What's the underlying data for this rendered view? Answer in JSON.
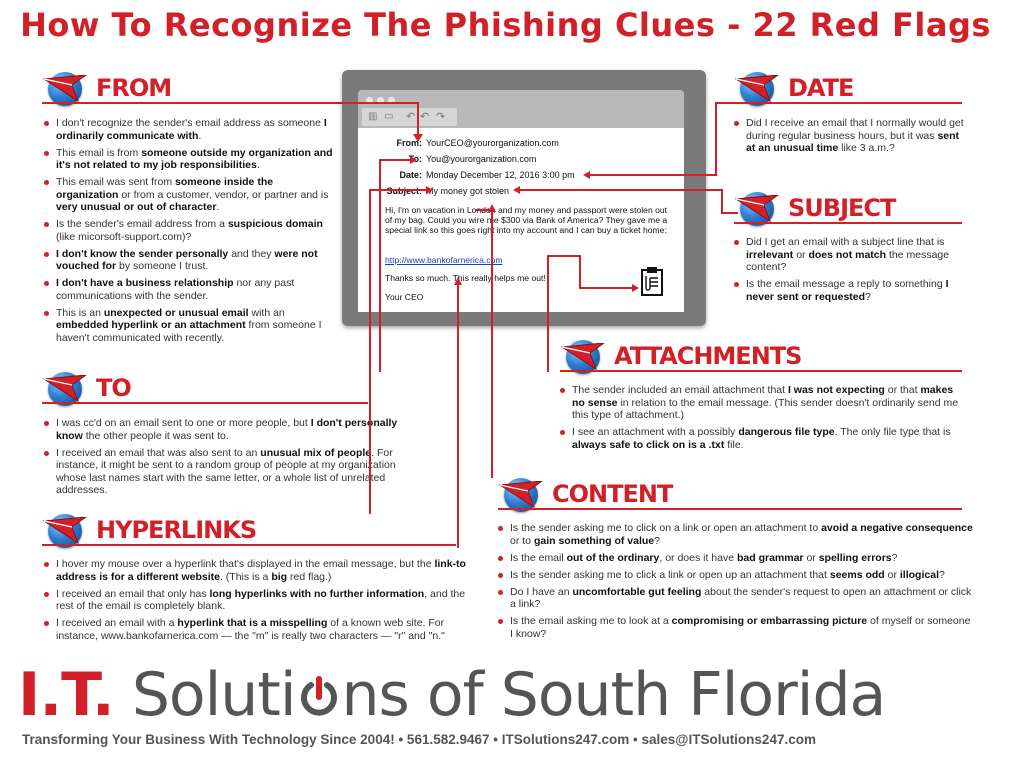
{
  "title": "How To Recognize The Phishing Clues - 22 Red Flags",
  "colors": {
    "accent": "#d12027",
    "text": "#333333",
    "icon_blue": "#2f7fd0",
    "link": "#1a3ec8"
  },
  "icons": {
    "section": "red-flag-on-globe-icon",
    "attachment": "clipboard-icon",
    "power": "power-icon"
  },
  "sections": {
    "from": {
      "label": "FROM",
      "items": [
        [
          {
            "t": "I don't recognize the sender's email address as someone "
          },
          {
            "b": "I ordinarily communicate with"
          },
          {
            "t": "."
          }
        ],
        [
          {
            "t": "This email is from "
          },
          {
            "b": "someone outside my organization and it's not related to my job responsibilities"
          },
          {
            "t": "."
          }
        ],
        [
          {
            "t": "This email was sent from "
          },
          {
            "b": "someone inside the organization"
          },
          {
            "t": " or from a customer, vendor, or partner and is "
          },
          {
            "b": "very unusual or out of character"
          },
          {
            "t": "."
          }
        ],
        [
          {
            "t": "Is the sender's email address from a "
          },
          {
            "b": "suspicious domain"
          },
          {
            "t": " (like micorsoft-support.com)?"
          }
        ],
        [
          {
            "b": "I don't know the sender personally"
          },
          {
            "t": " and they "
          },
          {
            "b": "were not vouched for"
          },
          {
            "t": " by someone I trust."
          }
        ],
        [
          {
            "b": "I don't have a business relationship"
          },
          {
            "t": " nor any past communications with the sender."
          }
        ],
        [
          {
            "t": "This is an "
          },
          {
            "b": "unexpected or unusual email"
          },
          {
            "t": " with an "
          },
          {
            "b": "embedded hyperlink or an attachment"
          },
          {
            "t": " from someone I haven't communicated with recently."
          }
        ]
      ]
    },
    "to": {
      "label": "TO",
      "items": [
        [
          {
            "t": "I was cc'd on an email sent to one or more people, but "
          },
          {
            "b": "I don't personally know"
          },
          {
            "t": " the other people it was sent to."
          }
        ],
        [
          {
            "t": "I received an email that was also sent to an "
          },
          {
            "b": "unusual mix of people"
          },
          {
            "t": ". For instance, it might be sent to a random group of people at my organization whose last names start with the same letter, or a whole list of unrelated addresses."
          }
        ]
      ]
    },
    "hyperlinks": {
      "label": "HYPERLINKS",
      "items": [
        [
          {
            "t": "I hover my mouse over a hyperlink that's displayed in the email message, but the "
          },
          {
            "b": "link-to address is for a different website"
          },
          {
            "t": ". (This is a "
          },
          {
            "b": "big"
          },
          {
            "t": " red flag.)"
          }
        ],
        [
          {
            "t": "I received an email that only has "
          },
          {
            "b": "long hyperlinks with no further information"
          },
          {
            "t": ", and the rest of the email is completely blank."
          }
        ],
        [
          {
            "t": "I received an email with a "
          },
          {
            "b": "hyperlink that is a misspelling"
          },
          {
            "t": " of a known web site. For instance, www.bankofarnerica.com — the \"m\" is really two characters — \"r\" and \"n.\""
          }
        ]
      ]
    },
    "date": {
      "label": "DATE",
      "items": [
        [
          {
            "t": "Did I receive an email that I normally would get during regular business hours, but it was "
          },
          {
            "b": "sent at an unusual time"
          },
          {
            "t": " like 3 a.m.?"
          }
        ]
      ]
    },
    "subject": {
      "label": "SUBJECT",
      "items": [
        [
          {
            "t": "Did I get an email with a subject line that is "
          },
          {
            "b": "irrelevant"
          },
          {
            "t": " or "
          },
          {
            "b": "does not match"
          },
          {
            "t": " the message content?"
          }
        ],
        [
          {
            "t": "Is the email message a reply to something "
          },
          {
            "b": "I never sent or requested"
          },
          {
            "t": "?"
          }
        ]
      ]
    },
    "attachments": {
      "label": "ATTACHMENTS",
      "items": [
        [
          {
            "t": "The sender included an email attachment that "
          },
          {
            "b": "I was not expecting"
          },
          {
            "t": " or that "
          },
          {
            "b": "makes no sense"
          },
          {
            "t": " in relation to the email message. (This sender doesn't ordinarily send me this type of attachment.)"
          }
        ],
        [
          {
            "t": "I see an attachment with a possibly "
          },
          {
            "b": "dangerous file type"
          },
          {
            "t": ". The only file type that is "
          },
          {
            "b": "always safe to click on is a .txt"
          },
          {
            "t": " file."
          }
        ]
      ]
    },
    "content": {
      "label": "CONTENT",
      "items": [
        [
          {
            "t": "Is the sender asking me to click on a link or open an attachment to "
          },
          {
            "b": "avoid a negative consequence"
          },
          {
            "t": " or to "
          },
          {
            "b": "gain something of value"
          },
          {
            "t": "?"
          }
        ],
        [
          {
            "t": "Is the email "
          },
          {
            "b": "out of the ordinary"
          },
          {
            "t": ", or does it have "
          },
          {
            "b": "bad grammar"
          },
          {
            "t": " or "
          },
          {
            "b": "spelling errors"
          },
          {
            "t": "?"
          }
        ],
        [
          {
            "t": "Is the sender asking me to click a link or open up an attachment that "
          },
          {
            "b": "seems odd"
          },
          {
            "t": " or "
          },
          {
            "b": "illogical"
          },
          {
            "t": "?"
          }
        ],
        [
          {
            "t": "Do I have an "
          },
          {
            "b": "uncomfortable gut feeling"
          },
          {
            "t": " about the sender's request to open an attachment or click a link?"
          }
        ],
        [
          {
            "t": "Is the email asking me to look at a "
          },
          {
            "b": "compromising or embarrassing picture"
          },
          {
            "t": " of myself or someone I know?"
          }
        ]
      ]
    }
  },
  "email": {
    "from_label": "From:",
    "from": "YourCEO@yourorganization.com",
    "to_label": "To:",
    "to": "You@yourorganization.com",
    "date_label": "Date:",
    "date": "Monday December 12, 2016 3:00 pm",
    "subject_label": "Subject:",
    "subject": "My money got stolen",
    "body": "Hi, I'm on vacation in London and my money and passport were stolen out of my bag. Could you wire me $300 via Bank of America? They gave me a special link so this goes right into my account and I can buy a ticket home:",
    "link": "http://www.bankofarnerica.com",
    "thanks": "Thanks so much. This really helps me out!",
    "signoff": "Your CEO"
  },
  "footer": {
    "brand_it": "I.T.",
    "brand_pre": "Soluti",
    "brand_post": "ns of South Florida",
    "tagline": "Transforming Your Business With Technology Since 2004!  •  561.582.9467  •  ITSolutions247.com  •  sales@ITSolutions247.com"
  }
}
